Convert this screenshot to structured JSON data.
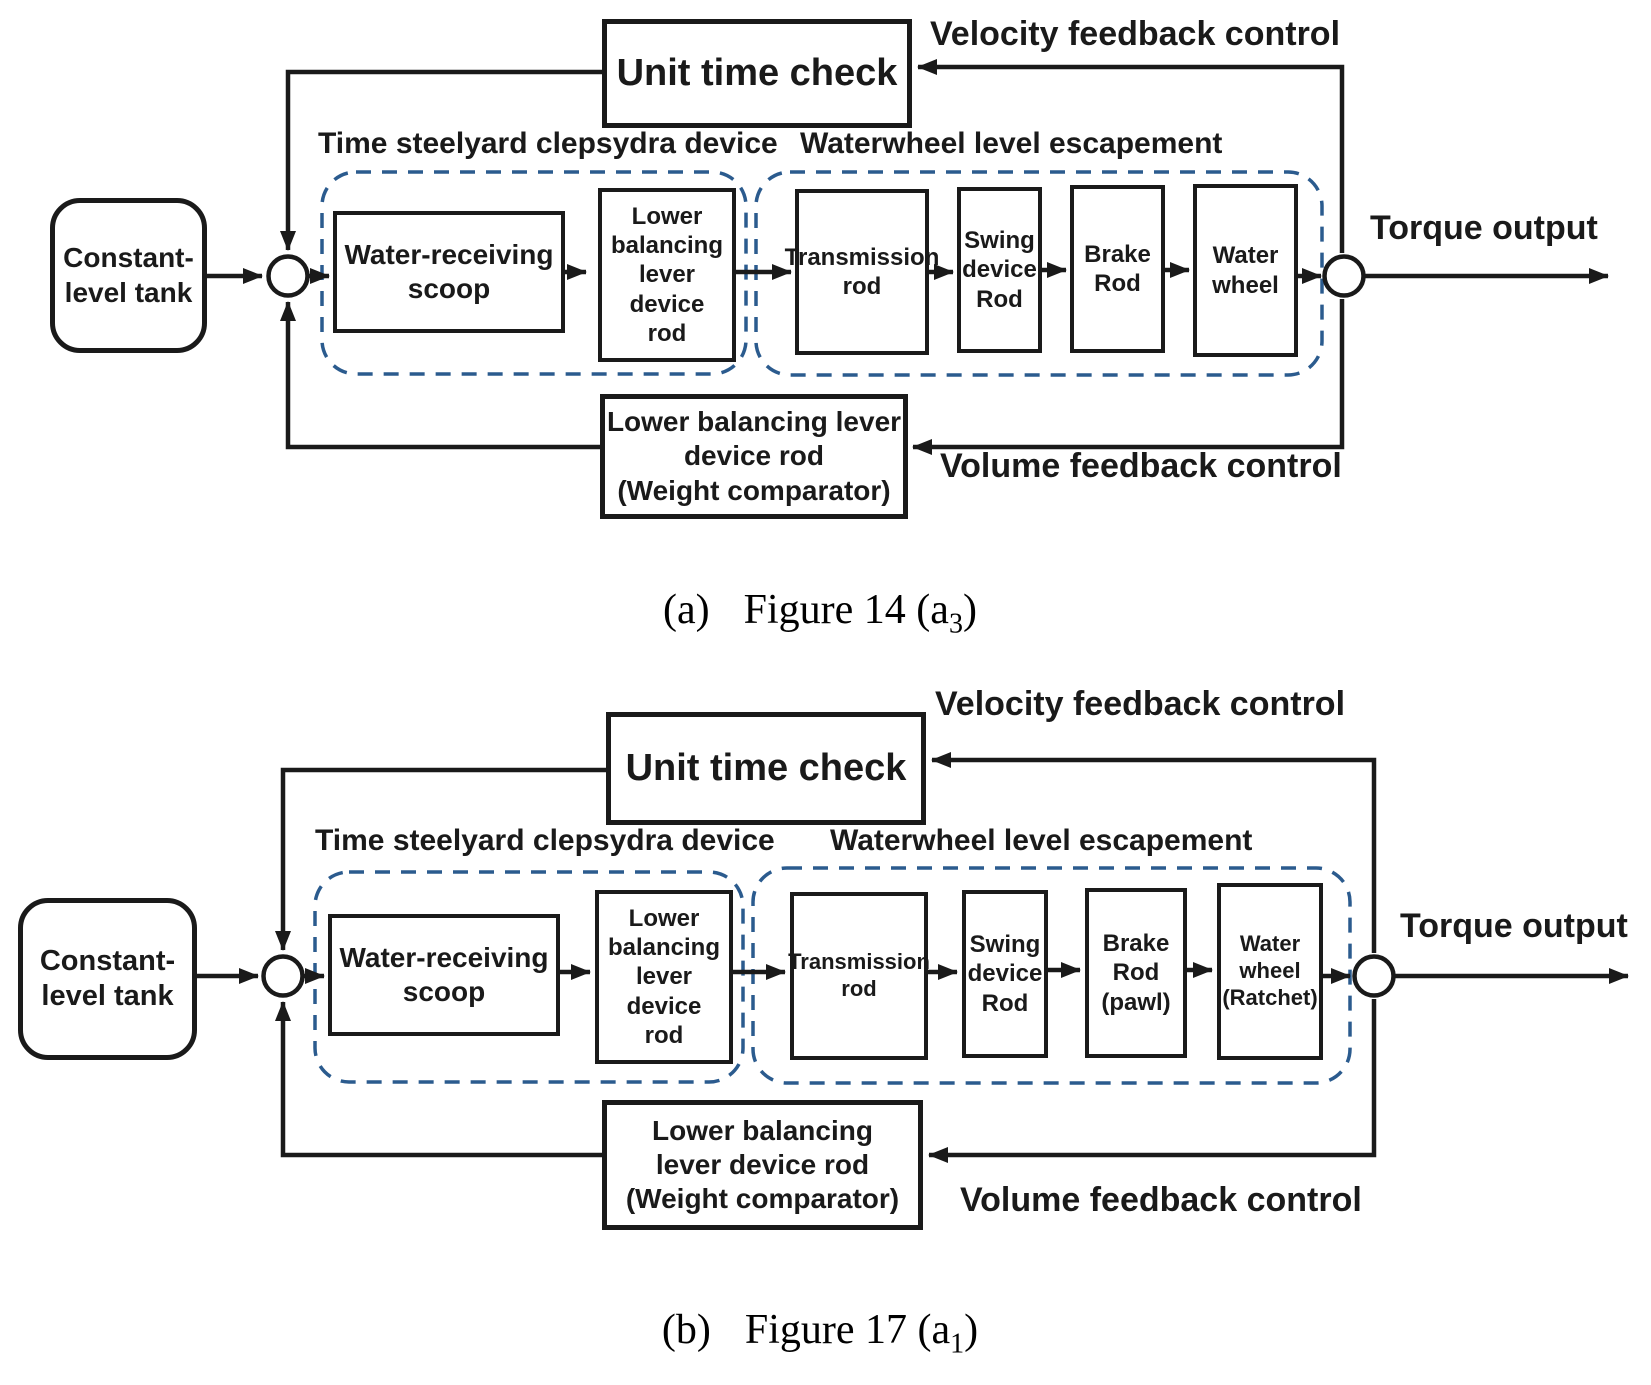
{
  "colors": {
    "ink": "#1a1a1a",
    "dashed_region": "#2b5b8e",
    "background": "#ffffff"
  },
  "diagram_a": {
    "unit_time_check": "Unit time check",
    "velocity_feedback": "Velocity feedback control",
    "clepsydra_label": "Time steelyard clepsydra device",
    "escapement_label": "Waterwheel level escapement",
    "tank": "Constant-\nlevel tank",
    "scoop": "Water-receiving\nscoop",
    "lower_balancing": "Lower\nbalancing\nlever\ndevice\nrod",
    "transmission": "Transmission\nrod",
    "swing": "Swing\ndevice\nRod",
    "brake": "Brake\nRod",
    "water_wheel": "Water\nwheel",
    "torque": "Torque output",
    "comparator_box": "Lower balancing lever\ndevice rod\n(Weight comparator)",
    "volume_feedback": "Volume feedback control",
    "caption": {
      "index": "(a)",
      "body": "Figure 14 (a",
      "subscript": "3",
      "suffix": ")"
    }
  },
  "diagram_b": {
    "unit_time_check": "Unit time check",
    "velocity_feedback": "Velocity feedback control",
    "clepsydra_label": "Time steelyard clepsydra device",
    "escapement_label": "Waterwheel level escapement",
    "tank": "Constant-\nlevel tank",
    "scoop": "Water-receiving\nscoop",
    "lower_balancing": "Lower\nbalancing\nlever\ndevice\nrod",
    "transmission": "Transmission\nrod",
    "swing": "Swing\ndevice\nRod",
    "brake": "Brake\nRod\n(pawl)",
    "water_wheel": "Water\nwheel\n(Ratchet)",
    "torque": "Torque output",
    "comparator_box": "Lower balancing\nlever device rod\n(Weight comparator)",
    "volume_feedback": "Volume feedback control",
    "caption": {
      "index": "(b)",
      "body": "Figure 17 (a",
      "subscript": "1",
      "suffix": ")"
    }
  }
}
